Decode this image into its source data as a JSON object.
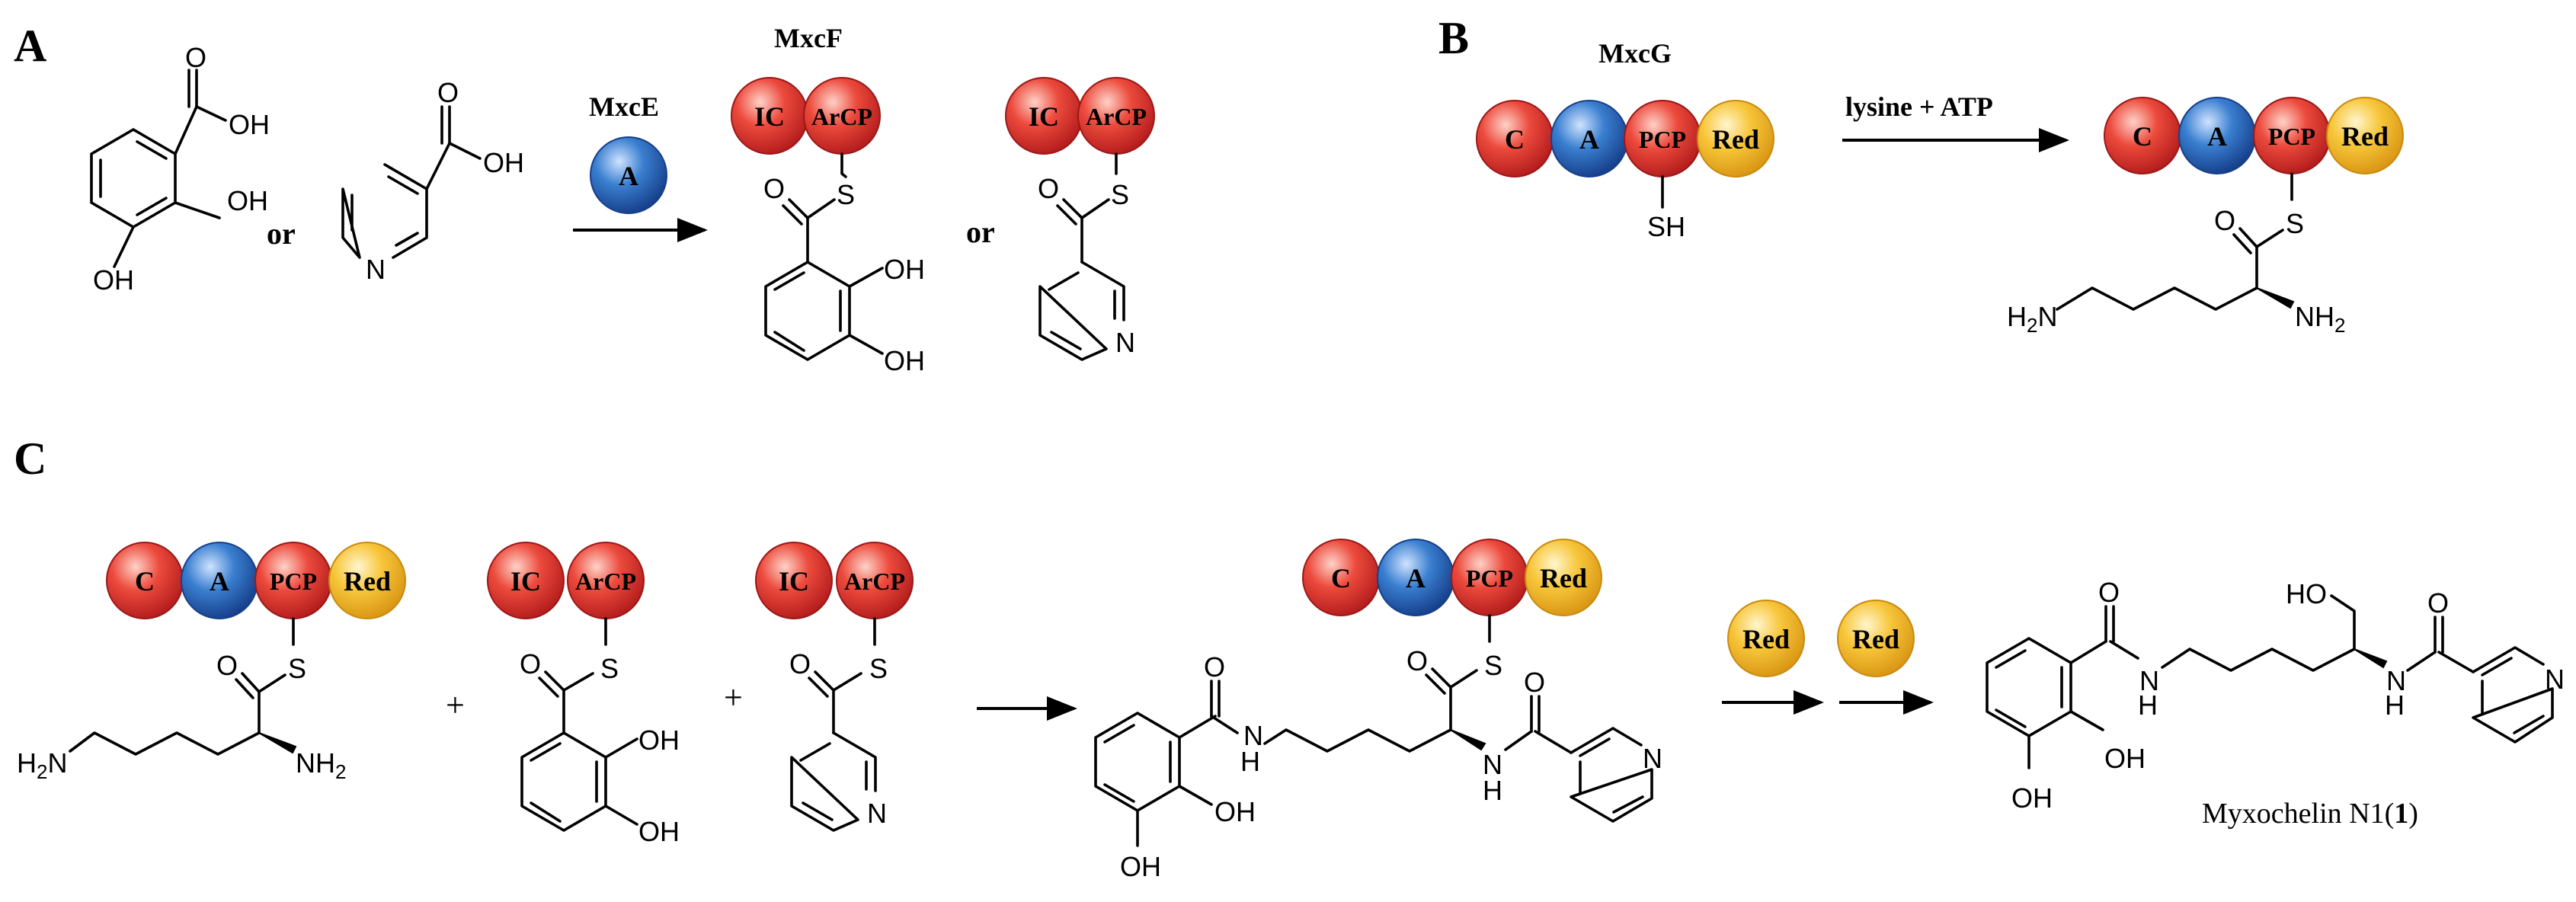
{
  "panels": {
    "a": "A",
    "b": "B",
    "c": "C"
  },
  "enzymes": {
    "mxcf": "MxcF",
    "mxce": "MxcE",
    "mxcg": "MxcG"
  },
  "domains": {
    "c": "C",
    "a": "A",
    "pcp": "PCP",
    "red": "Red",
    "ic": "IC",
    "arcp": "ArCP"
  },
  "words": {
    "or": "or",
    "plus": "+"
  },
  "reagents": {
    "lysine_atp": "lysine + ATP"
  },
  "atoms": {
    "o": "O",
    "oh": "OH",
    "n": "N",
    "s": "S",
    "sh": "SH",
    "h": "H",
    "h2n": "H2N",
    "nh2": "NH2",
    "ho": "HO",
    "h2n_sub": "2",
    "nh2_sub": "2"
  },
  "product": {
    "name": "Myxochelin N1(",
    "number": "1",
    "close": ")"
  },
  "colors": {
    "red_domain": "#d9312f",
    "blue_domain": "#1f63b3",
    "yellow_domain": "#f0b31c"
  }
}
